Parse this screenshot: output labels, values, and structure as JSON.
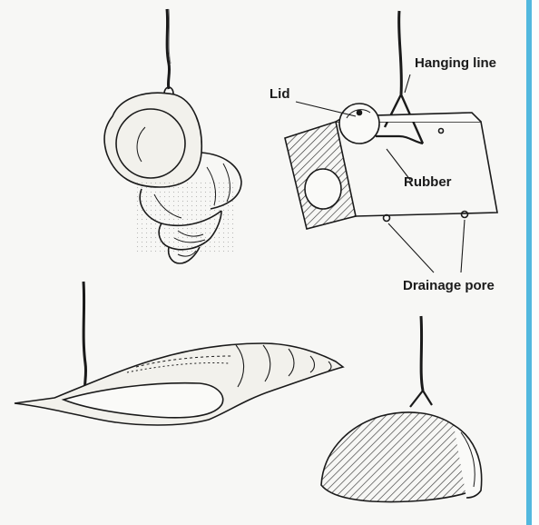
{
  "labels": {
    "hanging_line": "Hanging line",
    "lid": "Lid",
    "rubber": "Rubber",
    "drainage_pore": "Drainage pore"
  },
  "colors": {
    "background": "#f7f7f5",
    "ink": "#1a1a1a",
    "accent_bar": "#52b8de",
    "shell_fill": "#f2f1ec",
    "hatch": "#333333"
  },
  "figures": [
    "whelk-shell-pot",
    "box-trap-with-lid",
    "spindle-shell-pot",
    "clam-shell-pot"
  ]
}
